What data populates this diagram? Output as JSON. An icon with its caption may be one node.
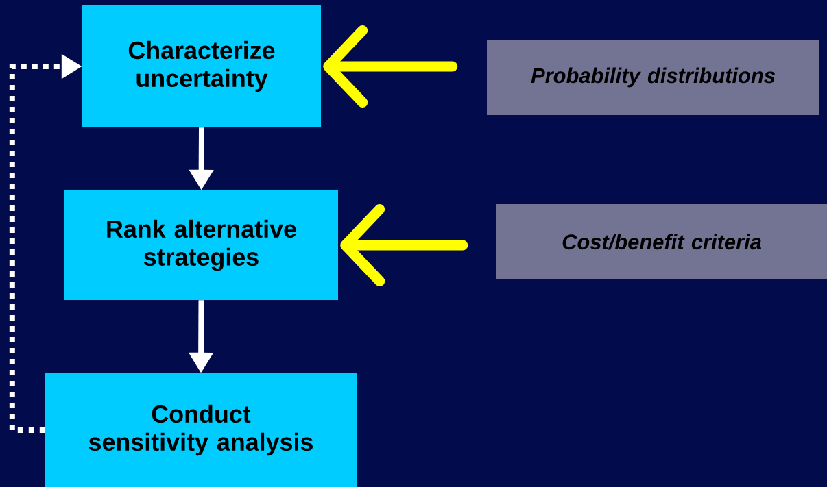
{
  "diagram": {
    "nodes": [
      {
        "text": [
          "Characterize uncertainty"
        ]
      },
      {
        "text": [
          "Rank alternative strategies"
        ]
      },
      {
        "text": [
          "Conduct sensitivity analysis"
        ]
      },
      {
        "text": [
          "Probability distributions"
        ]
      },
      {
        "text": [
          "Cost/benefit criteria"
        ]
      }
    ],
    "edges": [
      {
        "from": 0,
        "to": 1,
        "arrow": "to"
      },
      {
        "from": 1,
        "to": 2,
        "arrow": "to"
      },
      {
        "from": 2,
        "to": 0,
        "arrow": "to",
        "style": "dashed"
      },
      {
        "from": 3,
        "to": 0,
        "arrow": "to",
        "style": "thick",
        "color": "#ffff00"
      },
      {
        "from": 4,
        "to": 1,
        "arrow": "to",
        "style": "thick",
        "color": "#ffff00"
      }
    ]
  }
}
